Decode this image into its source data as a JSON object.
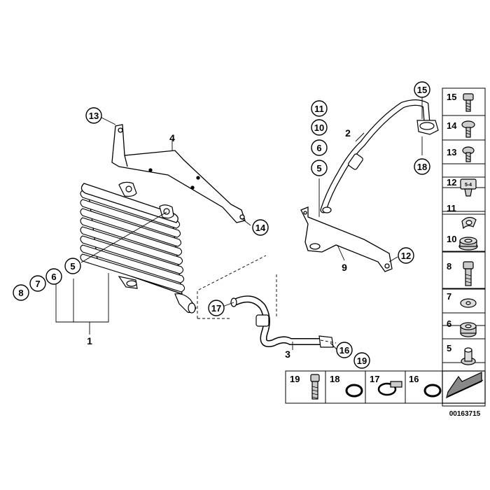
{
  "diagram": {
    "callouts": {
      "c1": "1",
      "c2": "2",
      "c3": "3",
      "c4": "4",
      "c5_left": "5",
      "c6_left": "6",
      "c7": "7",
      "c8": "8",
      "c9": "9",
      "c11": "11",
      "c10": "10",
      "c6_right": "6",
      "c5_right": "5",
      "c12": "12",
      "c13": "13",
      "c14": "14",
      "c15": "15",
      "c16": "16",
      "c17": "17",
      "c18": "18",
      "c19": "19"
    },
    "legend_right": [
      "15",
      "14",
      "13",
      "12",
      "11",
      "10",
      "8",
      "7",
      "6",
      "5"
    ],
    "legend_right_icons": [
      "socket-screw-icon",
      "pan-screw-icon",
      "torx-screw-icon",
      "nut-clip-icon",
      "spring-clip-icon",
      "grommet-icon",
      "collar-bolt-icon",
      "washer-icon",
      "rubber-bushing-icon",
      "spacer-sleeve-icon"
    ],
    "legend_bottom": [
      "19",
      "18",
      "17",
      "16"
    ],
    "legend_bottom_icons": [
      "hollow-bolt-icon",
      "seal-ring-icon",
      "hose-clamp-icon",
      "seal-ring-icon"
    ],
    "nut_clip_marking": "5-4",
    "document_id": "00163715"
  }
}
